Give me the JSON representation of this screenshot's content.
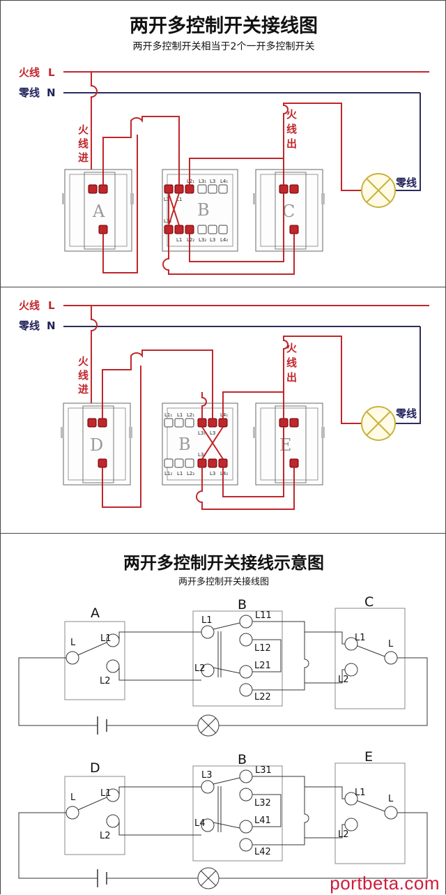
{
  "panel1": {
    "title": "两开多控制开关接线图",
    "subtitle": "两开多控制开关相当于2个一开多控制开关",
    "line_live": "火线",
    "line_live_letter": "L",
    "line_neutral": "零线",
    "line_neutral_letter": "N",
    "live_in": [
      "火",
      "线",
      "进"
    ],
    "live_out": [
      "火",
      "线",
      "出"
    ],
    "neutral_label": "零线",
    "switches": [
      "A",
      "B",
      "C"
    ],
    "b_top_labels": [
      "L1₁",
      "L1",
      "L2₁",
      "L3₁",
      "L3",
      "L4₁"
    ],
    "b_bottom_labels": [
      "L1₂",
      "L1",
      "L2₂",
      "L3₂",
      "L3",
      "L4₂"
    ]
  },
  "panel2": {
    "line_live": "火线",
    "line_live_letter": "L",
    "line_neutral": "零线",
    "line_neutral_letter": "N",
    "live_in": [
      "火",
      "线",
      "进"
    ],
    "live_out": [
      "火",
      "线",
      "出"
    ],
    "neutral_label": "零线",
    "switches": [
      "D",
      "B",
      "E"
    ],
    "b_top_labels": [
      "L1₁",
      "L1",
      "L2₁",
      "L3₁",
      "L3",
      "L4₁"
    ],
    "b_bottom_labels": [
      "L1₂",
      "L1",
      "L2₂",
      "L3₂",
      "L3",
      "L4₂"
    ]
  },
  "panel3": {
    "title": "两开多控制开关接线示意图",
    "subtitle": "两开多控制开关接线图",
    "top": {
      "left_name": "A",
      "mid_name": "B",
      "right_name": "C",
      "left_L": "L",
      "left_L1": "L1",
      "left_L2": "L2",
      "mid_in1": "L1",
      "mid_in2": "L2",
      "mid_out": [
        "L11",
        "L12",
        "L21",
        "L22"
      ],
      "right_L1": "L1",
      "right_L2": "L2",
      "right_L": "L"
    },
    "bottom": {
      "left_name": "D",
      "mid_name": "B",
      "right_name": "E",
      "left_L": "L",
      "left_L1": "L1",
      "left_L2": "L2",
      "mid_in1": "L3",
      "mid_in2": "L4",
      "mid_out": [
        "L31",
        "L32",
        "L41",
        "L42"
      ],
      "right_L1": "L1",
      "right_L2": "L2",
      "right_L": "L"
    }
  },
  "watermark": "portbeta.com",
  "colors": {
    "wire_red": "#c0262b",
    "wire_dark": "#2b2d5c",
    "label_red": "#c0262b",
    "label_navy": "#22225a",
    "lamp": "#c9b23c"
  }
}
